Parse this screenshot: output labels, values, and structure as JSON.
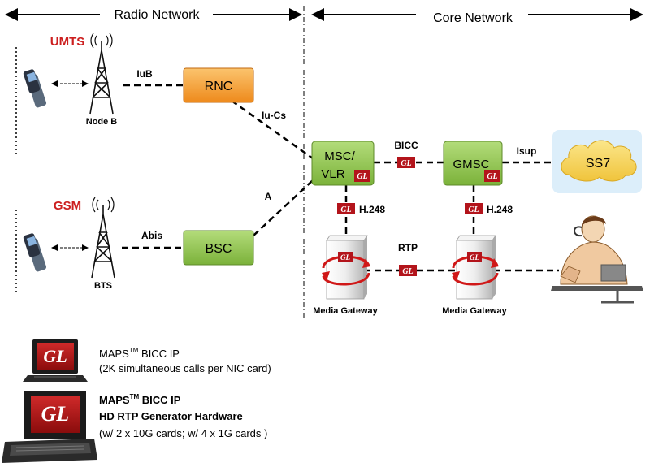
{
  "header": {
    "radio_network": "Radio Network",
    "core_network": "Core Network"
  },
  "radio": {
    "umts_label": "UMTS",
    "gsm_label": "GSM",
    "node_b": "Node B",
    "bts": "BTS",
    "rnc": "RNC",
    "bsc": "BSC",
    "iub": "IuB",
    "abis": "Abis",
    "iu_cs": "Iu-Cs",
    "a": "A"
  },
  "core": {
    "msc_line1": "MSC/",
    "msc_line2": "VLR",
    "gmsc": "GMSC",
    "ss7": "SS7",
    "bicc": "BICC",
    "isup": "Isup",
    "h248_left": "H.248",
    "h248_right": "H.248",
    "rtp": "RTP",
    "mgw_left": "Media Gateway",
    "mgw_right": "Media Gateway"
  },
  "gl_badge": "GL",
  "legend": {
    "item1_title_pre": "MAPS",
    "item1_title_tm": "TM",
    "item1_title_post": " BICC IP",
    "item1_desc": "(2K simultaneous calls per NIC card)",
    "item2_title_pre": "MAPS",
    "item2_title_tm": "TM",
    "item2_title_post": " BICC IP",
    "item2_line2": "HD RTP Generator Hardware",
    "item2_line3": "(w/ 2 x 10G cards; w/ 4 x 1G cards )"
  },
  "colors": {
    "rnc_fill": "#f39a2c",
    "green_fill": "#8dc34a",
    "ss7_fill": "#f6d55c",
    "ss7_bg": "#dceefa",
    "gl_red": "#b3141b",
    "label_red": "#cc1f1f"
  }
}
